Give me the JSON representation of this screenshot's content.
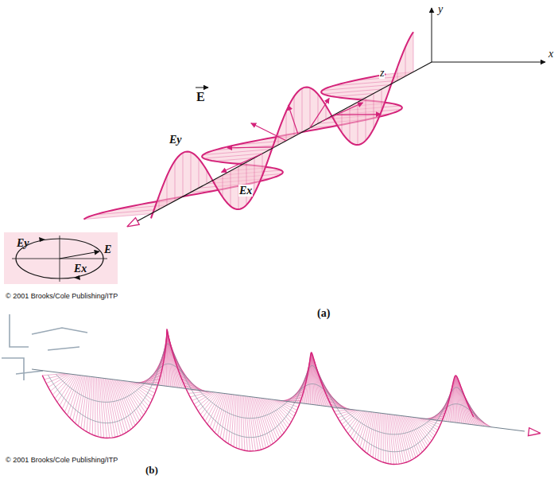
{
  "diagram": {
    "nodes": [
      {
        "text": [
          "Ey",
          "E",
          "Ex"
        ]
      }
    ],
    "labels": [
      "y",
      "z",
      "x",
      "E",
      "Ey",
      "Ex",
      "(a)",
      "© 2001 Brooks/Cole Publishing/ITP",
      "(b)",
      "© 2001 Brooks/Cole Publishing/ITP"
    ]
  }
}
